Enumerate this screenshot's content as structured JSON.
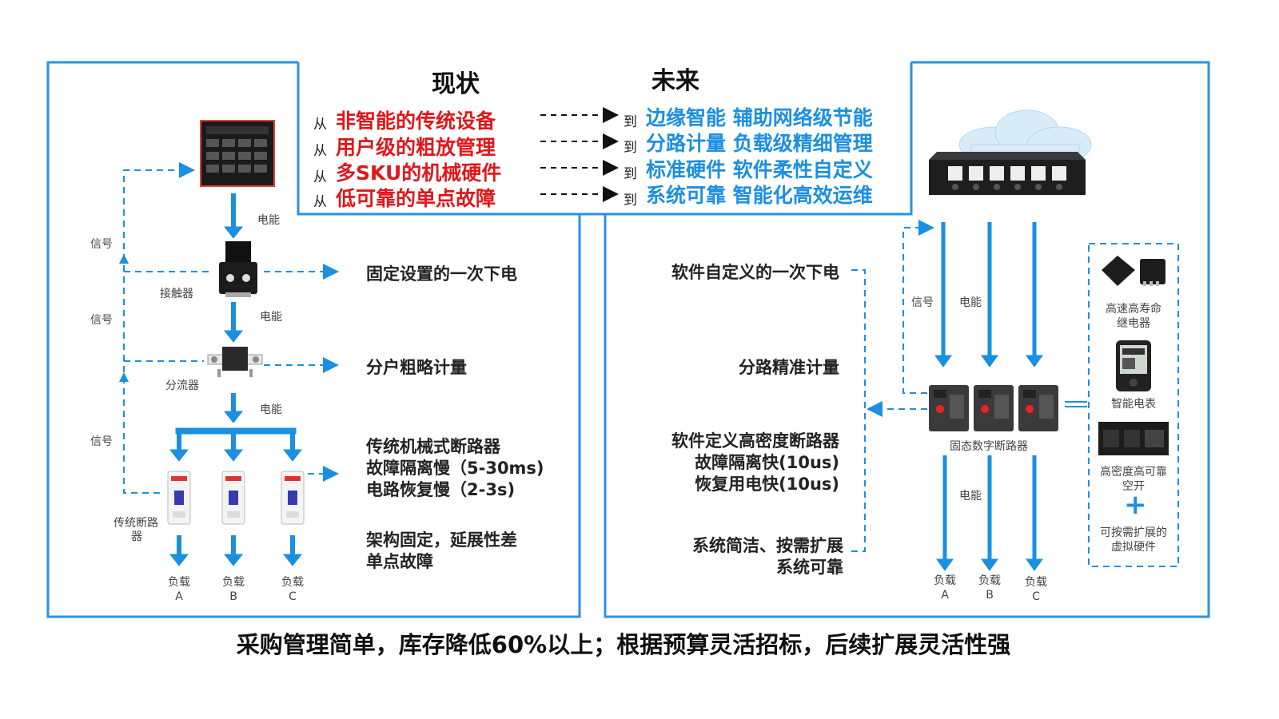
{
  "header": {
    "left_title": "现状",
    "right_title": "未来"
  },
  "transitions": [
    {
      "from_prefix": "从",
      "from": "非智能的传统设备",
      "to_prefix": "到",
      "to": "边缘智能  辅助网络级节能"
    },
    {
      "from_prefix": "从",
      "from": "用户级的粗放管理",
      "to_prefix": "到",
      "to": "分路计量  负载级精细管理"
    },
    {
      "from_prefix": "从",
      "from": "多SKU的机械硬件",
      "to_prefix": "到",
      "to": "标准硬件  软件柔性自定义"
    },
    {
      "from_prefix": "从",
      "from": "低可靠的单点故障",
      "to_prefix": "到",
      "to": "系统可靠  智能化高效运维"
    }
  ],
  "left": {
    "signal_label": "信号",
    "energy_label": "电能",
    "contactor_label": "接触器",
    "shunt_label": "分流器",
    "breaker_label_1": "传统断路",
    "breaker_label_2": "器",
    "desc_power_off": "固定设置的一次下电",
    "desc_metering": "分户粗略计量",
    "desc_breaker": [
      "传统机械式断路器",
      "故障隔离慢（5-30ms)",
      "电路恢复慢（2-3s)"
    ],
    "desc_arch": [
      "架构固定，延展性差",
      "单点故障"
    ],
    "loads": [
      {
        "name": "负载",
        "id": "A"
      },
      {
        "name": "负载",
        "id": "B"
      },
      {
        "name": "负载",
        "id": "C"
      }
    ]
  },
  "right": {
    "desc_power_off": "软件自定义的一次下电",
    "desc_metering": "分路精准计量",
    "desc_breaker": [
      "软件定义高密度断路器",
      "故障隔离快(10us)",
      "恢复用电快(10us)"
    ],
    "desc_system": [
      "系统简洁、按需扩展",
      "系统可靠"
    ],
    "signal_label": "信号",
    "energy_label": "电能",
    "energy_label_2": "电能",
    "breaker_label": "固态数字断路器",
    "loads": [
      {
        "name": "负载",
        "id": "A"
      },
      {
        "name": "负载",
        "id": "B"
      },
      {
        "name": "负载",
        "id": "C"
      }
    ],
    "components": [
      {
        "label": "高速高寿命继电器",
        "line1": "高速高寿命",
        "line2": "继电器"
      },
      {
        "label": "智能电表",
        "line1": "智能电表",
        "line2": ""
      },
      {
        "label": "高密度高可靠空开",
        "line1": "高密度高可靠",
        "line2": "空开"
      },
      {
        "label": "可按需扩展的虚拟硬件",
        "line1": "可按需扩展的",
        "line2": "虚拟硬件"
      }
    ],
    "plus_symbol": "+"
  },
  "footer": {
    "text": "采购管理简单，库存降低60%以上；根据预算灵活招标，后续扩展灵活性强"
  },
  "colors": {
    "blue": "#1b8fe0",
    "red": "#e0171b",
    "frame": "#2a92e6"
  }
}
